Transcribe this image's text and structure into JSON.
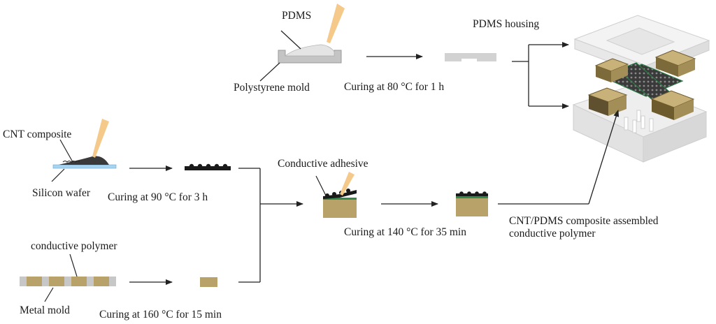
{
  "labels": {
    "pdms": "PDMS",
    "polystyrene_mold": "Polystyrene mold",
    "curing_80": "Curing at 80 °C for 1 h",
    "pdms_housing": "PDMS housing",
    "cnt_composite": "CNT composite",
    "silicon_wafer": "Silicon wafer",
    "curing_90": "Curing at 90 °C for 3 h",
    "conductive_adhesive": "Conductive adhesive",
    "curing_140": "Curing at 140 °C for 35 min",
    "assembled": "CNT/PDMS composite assembled\nconductive polymer",
    "conductive_polymer": "conductive polymer",
    "metal_mold": "Metal mold",
    "curing_160": "Curing at 160 °C for 15 min"
  },
  "colors": {
    "tan": "#b9a26a",
    "tan_dark": "#8a7443",
    "gray_mold": "#bdbdbd",
    "gray_light": "#d9d9d9",
    "pipette": "#f3c98c",
    "wafer_blue": "#a9d4ee",
    "cnt_black": "#1a1a1a",
    "adhesive_green": "#2f8c4e",
    "arrow": "#222222"
  }
}
